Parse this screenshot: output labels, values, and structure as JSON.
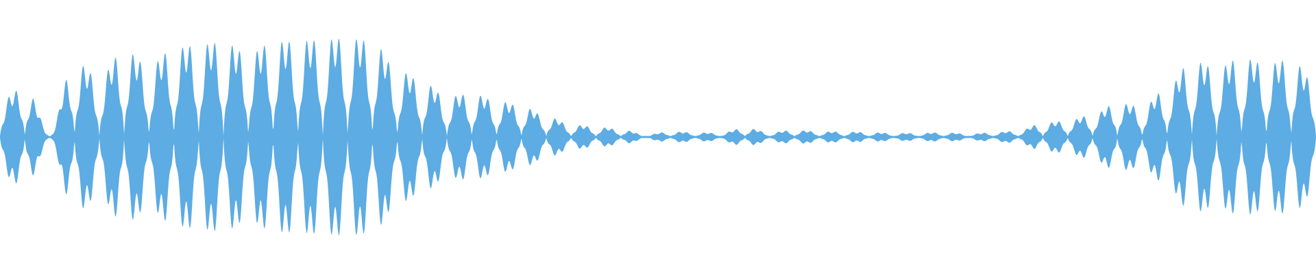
{
  "waveform": {
    "color": "#5dace3",
    "background": "#ffffff",
    "envelope_peaks": [
      0.47,
      0.65,
      0.07,
      0.98,
      0.77,
      1.13,
      0.92,
      1.15,
      1.19,
      1.23,
      1.07,
      1.23,
      1.24,
      1.26,
      1.28,
      1.24,
      0.87,
      0.72,
      0.52,
      0.56,
      0.47,
      0.4,
      0.27,
      0.16,
      0.13,
      0.1,
      0.03,
      0.07,
      0.06,
      0.05,
      0.12,
      0.06,
      0.09,
      0.07,
      0.07,
      0.06,
      0.05,
      0.05,
      0.06,
      0.04,
      0.06,
      0.08,
      0.18,
      0.21,
      0.29,
      0.44,
      0.39,
      0.63,
      0.99,
      0.89,
      1.03,
      0.94,
      1.01,
      0.68
    ]
  }
}
